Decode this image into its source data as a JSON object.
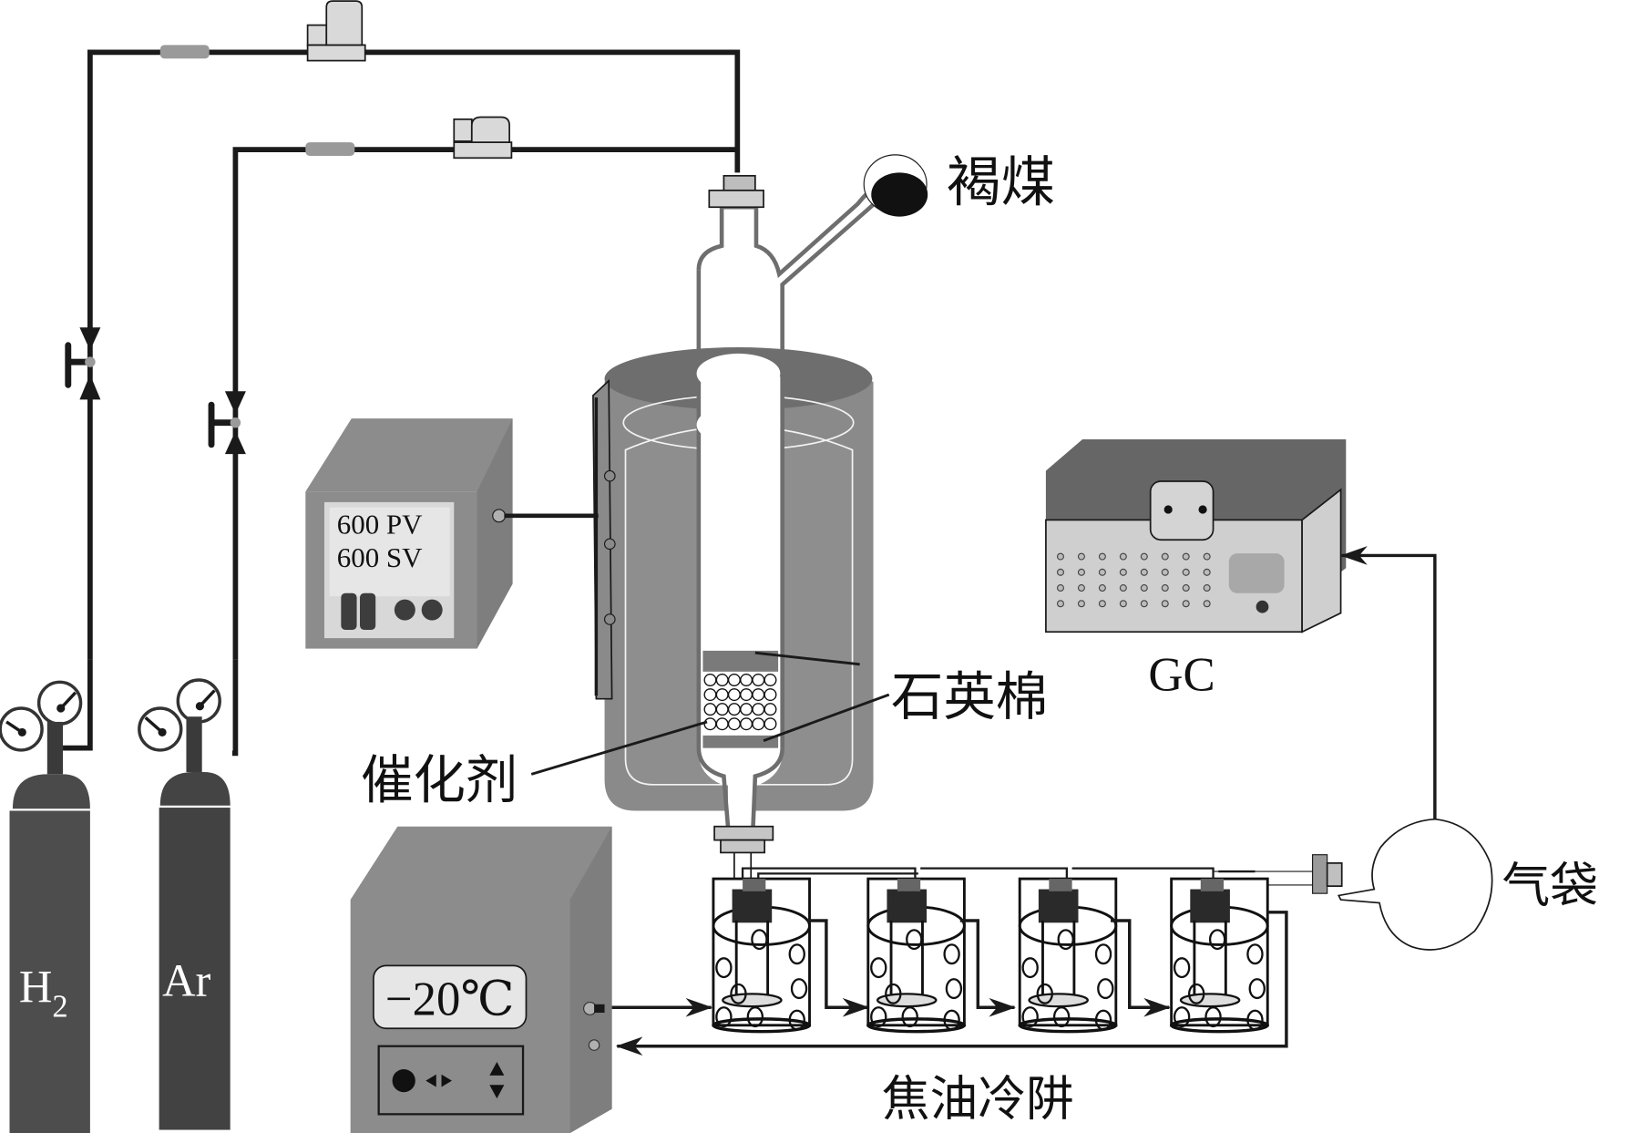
{
  "diagram": {
    "title": "",
    "labels": {
      "lignite": "褐煤",
      "quartz_wool": "石英棉",
      "catalyst": "催化剂",
      "gc": "GC",
      "gas_bag": "气袋",
      "tar_cold_trap": "焦油冷阱"
    },
    "cylinders": [
      {
        "id": "h2",
        "label": "H",
        "subscript": "2"
      },
      {
        "id": "ar",
        "label": "Ar",
        "subscript": ""
      }
    ],
    "temperature_controller": {
      "pv_line": "600 PV",
      "sv_line": "600 SV"
    },
    "chiller": {
      "display": "−20℃"
    },
    "cold_trap_count": 4,
    "colors": {
      "line": "#1a1a1a",
      "furnace": "#8a8a8a",
      "furnace_top": "#6e6e6e",
      "cylinder": "#4a4a4a",
      "panel": "#d8d8d8",
      "device_body": "#8c8c8c",
      "gc_top": "#666666",
      "gc_front": "#cfcfcf"
    }
  }
}
